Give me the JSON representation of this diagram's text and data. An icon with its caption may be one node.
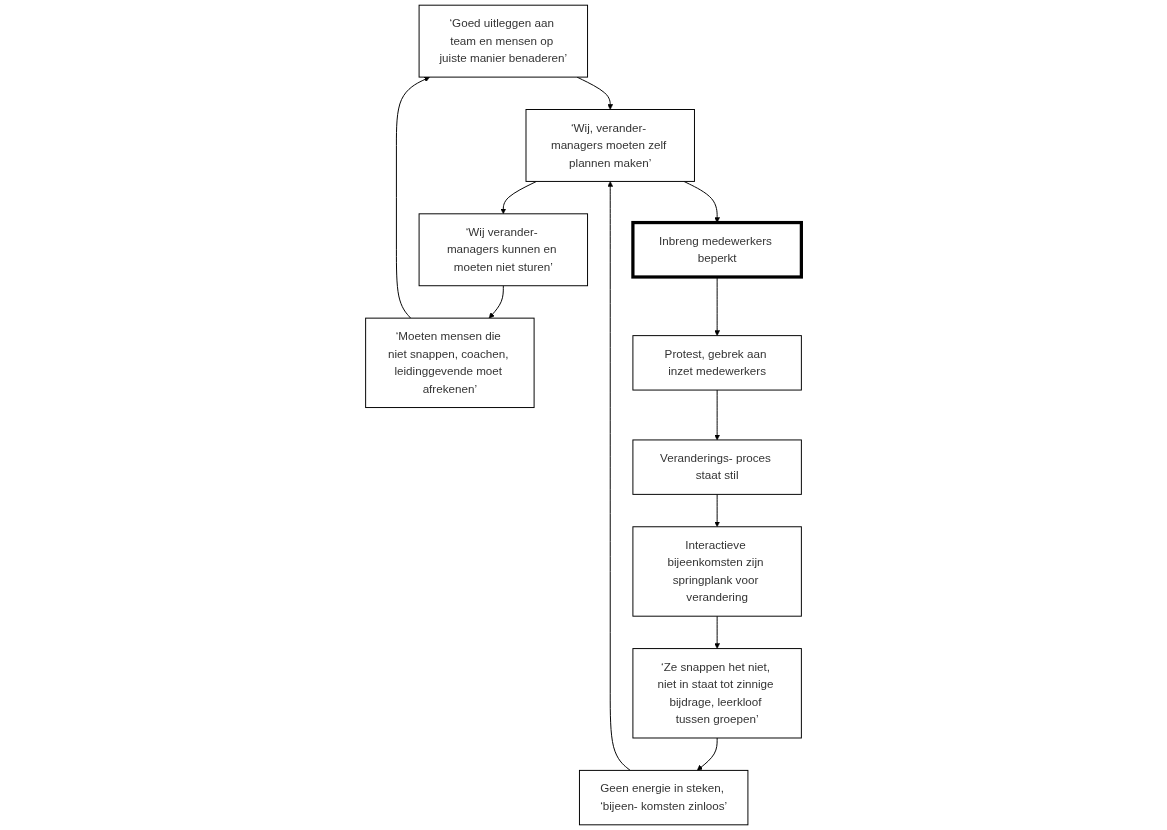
{
  "diagram": {
    "nodes": [
      {
        "text": [
          "‘Goed uitleggen aan team en mensen op juiste manier benaderen’"
        ]
      },
      {
        "text": [
          "‘Moeten mensen die niet snappen, coachen, leidinggevende moet afrekenen’"
        ]
      },
      {
        "text": [
          "‘Wij, verander- managers moeten zelf plannen maken’"
        ]
      },
      {
        "text": [
          "Inbreng medewerkers beperkt"
        ]
      },
      {
        "text": [
          "Protest, gebrek aan inzet medewerkers"
        ]
      },
      {
        "text": [
          "Veranderings- proces staat stil"
        ]
      },
      {
        "text": [
          "Interactieve bijeenkomsten zijn springplank voor verandering"
        ]
      },
      {
        "text": [
          "‘Ze snappen het niet, niet in staat tot zinnige bijdrage, leerkloof tussen groepen’"
        ]
      },
      {
        "text": [
          "Geen energie in steken, ‘bijeen- komsten zinloos’"
        ]
      },
      {
        "text": [
          "‘Wij verander- managers kunnen en moeten niet sturen’"
        ]
      }
    ],
    "edges": [
      {
        "from": 1,
        "to": 0,
        "arrow": "to"
      },
      {
        "from": 0,
        "to": 2,
        "arrow": "to"
      },
      {
        "from": 2,
        "to": 3,
        "arrow": "to"
      },
      {
        "from": 3,
        "to": 4,
        "arrow": "to"
      },
      {
        "from": 4,
        "to": 5,
        "arrow": "to"
      },
      {
        "from": 5,
        "to": 6,
        "arrow": "to"
      },
      {
        "from": 6,
        "to": 7,
        "arrow": "to"
      },
      {
        "from": 7,
        "to": 8,
        "arrow": "to"
      },
      {
        "from": 8,
        "to": 2,
        "arrow": "to"
      },
      {
        "from": 2,
        "to": 9,
        "arrow": "to"
      },
      {
        "from": 9,
        "to": 1,
        "arrow": "to"
      }
    ]
  }
}
